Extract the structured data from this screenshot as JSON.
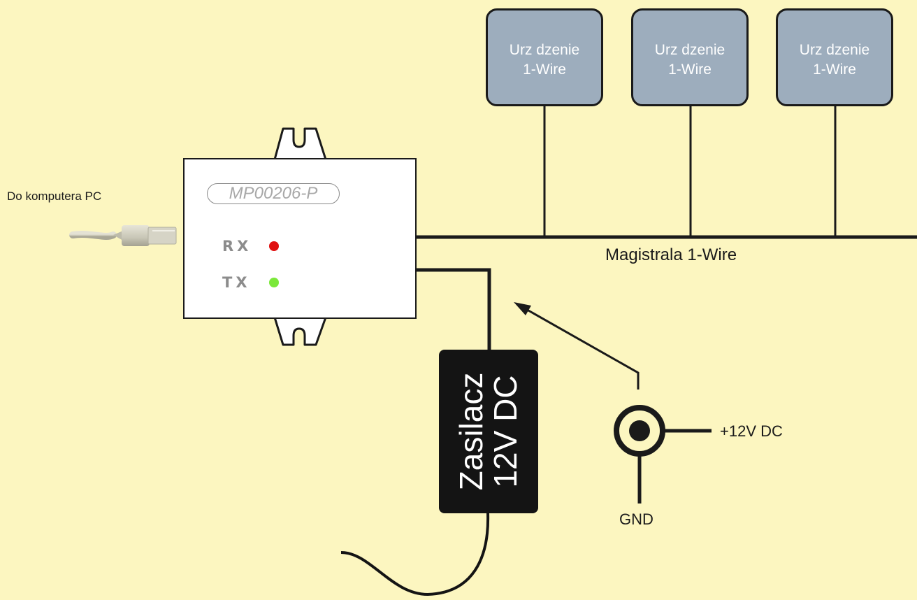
{
  "pc_label": "Do komputera PC",
  "module": {
    "model": "MP00206-P",
    "rx_label": "RX",
    "tx_label": "TX",
    "rx_led_color": "#e01010",
    "tx_led_color": "#7be83a"
  },
  "devices": [
    {
      "line1": "Urz  dzenie",
      "line2": "1-Wire"
    },
    {
      "line1": "Urz  dzenie",
      "line2": "1-Wire"
    },
    {
      "line1": "Urz  dzenie",
      "line2": "1-Wire"
    }
  ],
  "bus_label": "Magistrala 1-Wire",
  "psu": {
    "line1": "Zasilacz",
    "line2": "12V DC"
  },
  "connector": {
    "plus_label": "+12V DC",
    "gnd_label": "GND"
  },
  "colors": {
    "background": "#fcf6c0",
    "device_fill": "#9dadbd",
    "psu_fill": "#141414"
  }
}
